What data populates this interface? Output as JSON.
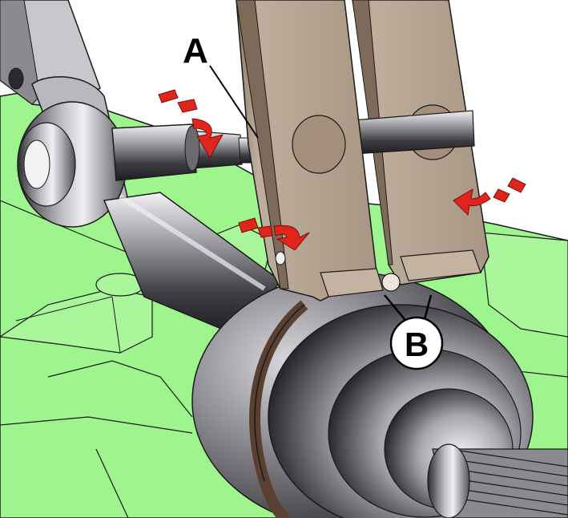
{
  "labels": {
    "a": "A",
    "b": "B"
  },
  "colors": {
    "background": "#ffffff",
    "housing_green": "#9ef58e",
    "tool_tan": "#b5a493",
    "tool_shadow": "#7d6a58",
    "metal_light": "#e6e6ea",
    "metal_dark": "#3a3a3e",
    "arrow_red": "#e0261c",
    "outline": "#1a1a1a"
  },
  "icons": {
    "force_arrow": "red-curved-dashed-arrow",
    "callout": "leader-line-label"
  }
}
